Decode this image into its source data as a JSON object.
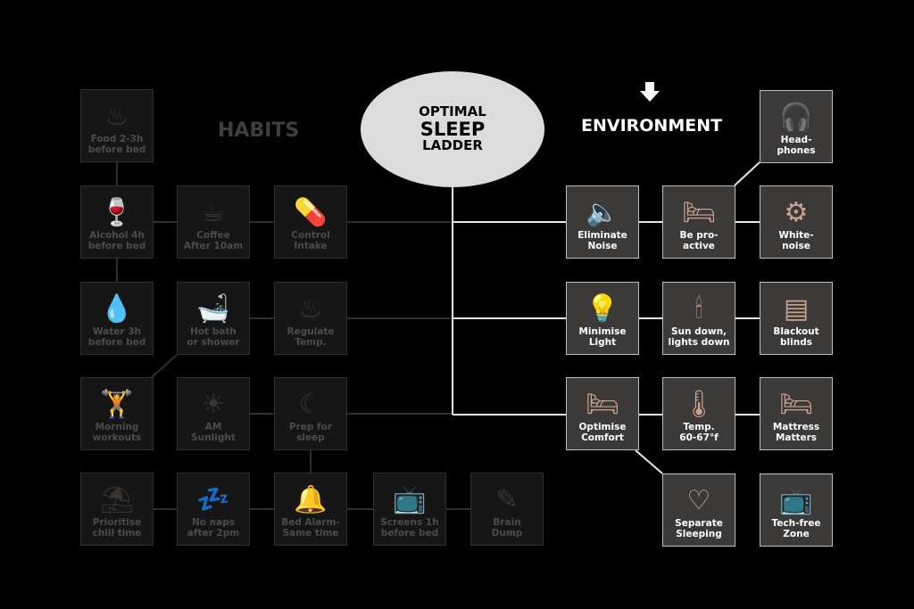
{
  "title": {
    "line1": "OPTIMAL",
    "line2": "SLEEP",
    "line3": "LADDER"
  },
  "habits_heading": "HABITS",
  "environment_heading": "ENVIRONMENT",
  "colors": {
    "dim_box": "#161616",
    "bright_box": "#3c3a39",
    "icon_tan": "#c8a48e",
    "line_white": "#e6e6e6",
    "line_dim": "#2e2e2e"
  },
  "habits": [
    {
      "id": "food",
      "label": "Food 2-3h\nbefore bed",
      "icon": "covered-dish-icon",
      "glyph": "♨"
    },
    {
      "id": "alcohol",
      "label": "Alcohol 4h\nbefore bed",
      "icon": "wine-glasses-icon",
      "glyph": "🍷"
    },
    {
      "id": "coffee",
      "label": "Coffee\nAfter 10am",
      "icon": "coffee-cup-icon",
      "glyph": "☕"
    },
    {
      "id": "control",
      "label": "Control\nIntake",
      "icon": "pills-icon",
      "glyph": "💊"
    },
    {
      "id": "water",
      "label": "Water 3h\nbefore bed",
      "icon": "water-drops-icon",
      "glyph": "💧"
    },
    {
      "id": "bath",
      "label": "Hot bath\nor shower",
      "icon": "bathtub-icon",
      "glyph": "🛁"
    },
    {
      "id": "regulate",
      "label": "Regulate\nTemp.",
      "icon": "person-heat-icon",
      "glyph": "♨"
    },
    {
      "id": "workout",
      "label": "Morning\nworkouts",
      "icon": "dumbbell-icon",
      "glyph": "🏋"
    },
    {
      "id": "sunlight",
      "label": "AM\nSunlight",
      "icon": "sun-icon",
      "glyph": "☀"
    },
    {
      "id": "prep",
      "label": "Prep for\nsleep",
      "icon": "moon-stars-icon",
      "glyph": "☾"
    },
    {
      "id": "chill",
      "label": "Prioritise\nchill time",
      "icon": "lounge-chair-icon",
      "glyph": "⛱"
    },
    {
      "id": "naps",
      "label": "No naps\nafter 2pm",
      "icon": "sleeping-person-icon",
      "glyph": "💤"
    },
    {
      "id": "alarm",
      "label": "Bed Alarm-\nSame time",
      "icon": "bell-icon",
      "glyph": "🔔"
    },
    {
      "id": "screens",
      "label": "Screens 1h\nbefore  bed",
      "icon": "tv-icon",
      "glyph": "📺"
    },
    {
      "id": "dump",
      "label": "Brain\nDump",
      "icon": "pen-paper-icon",
      "glyph": "✎"
    }
  ],
  "environment": [
    {
      "id": "headphones",
      "label": "Head-\nphones",
      "icon": "headphones-icon",
      "glyph": "🎧"
    },
    {
      "id": "noise",
      "label": "Eliminate\nNoise",
      "icon": "speaker-icon",
      "glyph": "🔈"
    },
    {
      "id": "proactive",
      "label": "Be pro-\nactive",
      "icon": "person-bed-icon",
      "glyph": "🛏"
    },
    {
      "id": "whitenoise",
      "label": "White-\nnoise",
      "icon": "gears-icon",
      "glyph": "⚙"
    },
    {
      "id": "light",
      "label": "Minimise\nLight",
      "icon": "lightbulb-icon",
      "glyph": "💡"
    },
    {
      "id": "sundown",
      "label": "Sun down,\nlights down",
      "icon": "candle-icon",
      "glyph": "🕯"
    },
    {
      "id": "blinds",
      "label": "Blackout\nblinds",
      "icon": "window-blinds-icon",
      "glyph": "▤"
    },
    {
      "id": "comfort",
      "label": "Optimise\nComfort",
      "icon": "bed-zzz-icon",
      "glyph": "🛏"
    },
    {
      "id": "temp",
      "label": "Temp.\n60-67°f",
      "icon": "thermometer-icon",
      "glyph": "🌡"
    },
    {
      "id": "mattress",
      "label": "Mattress\nMatters",
      "icon": "double-bed-icon",
      "glyph": "🛏"
    },
    {
      "id": "separate",
      "label": "Separate\nSleeping",
      "icon": "heart-icon",
      "glyph": "♡"
    },
    {
      "id": "techfree",
      "label": "Tech-free\nZone",
      "icon": "tv-icon",
      "glyph": "📺"
    }
  ]
}
